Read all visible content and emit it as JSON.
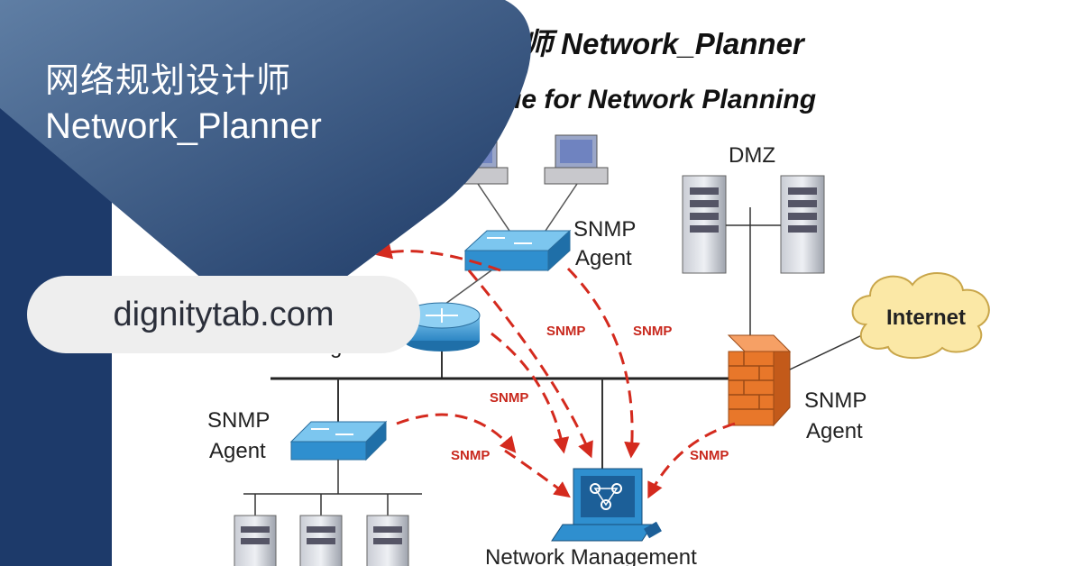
{
  "banner": {
    "title_cn": "网络规划设计师",
    "title_en": "Network_Planner",
    "site": "dignitytab.com"
  },
  "figure": {
    "heading_partial": "师 Network_Planner",
    "subheading_partial": "ue for Network Planning",
    "label_dmz": "DMZ",
    "label_internet": "Internet",
    "agent_line1": "SNMP",
    "agent_line2": "Agent",
    "router_agent_partial": "Agent",
    "snmp_arrow": "SNMP",
    "nms_label": "Network Management"
  },
  "colors": {
    "band_dark": "#1d3a6a",
    "panel_gradient_start": "#5f7ea4",
    "panel_gradient_end": "#1e3a66",
    "arrow_red": "#d42a1e",
    "switch_blue": "#3ea0d8",
    "firewall_orange": "#e8772a",
    "cloud_yellow": "#fbe8a6"
  }
}
